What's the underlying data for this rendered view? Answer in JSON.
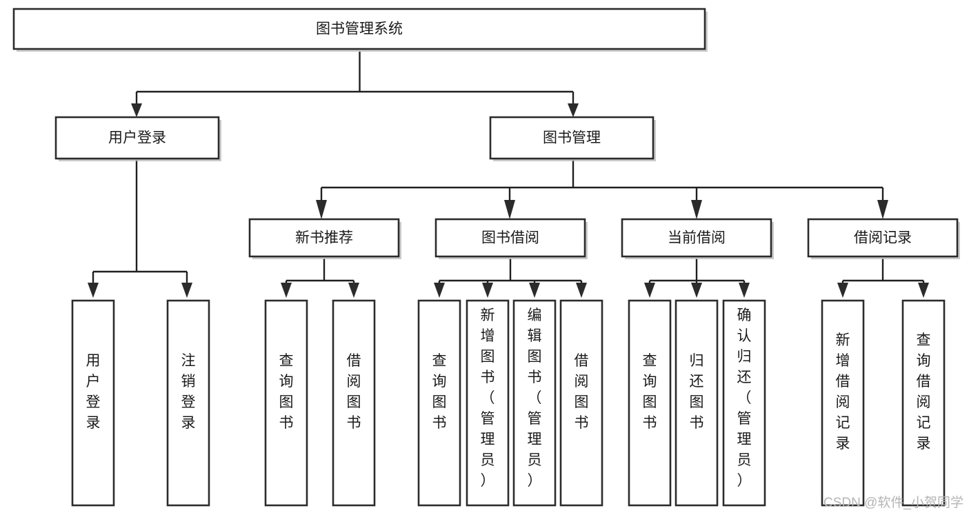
{
  "diagram": {
    "title": "图书管理系统",
    "type": "tree-hierarchy",
    "orientation": "top-down",
    "background_color": "#ffffff",
    "box_border_color": "#2b2b2b",
    "box_fill_color": "#ffffff",
    "edge_color": "#1f1f1f",
    "text_color": "#1a1a1a"
  },
  "nodes": {
    "root": {
      "label": "图书管理系统",
      "level": 0,
      "orientation": "horizontal"
    },
    "l1_user_login": {
      "label": "用户登录",
      "level": 1,
      "orientation": "horizontal"
    },
    "l1_book_mgmt": {
      "label": "图书管理",
      "level": 1,
      "orientation": "horizontal"
    },
    "l2_new_book_rec": {
      "label": "新书推荐",
      "level": 2,
      "orientation": "horizontal"
    },
    "l2_book_borrow": {
      "label": "图书借阅",
      "level": 2,
      "orientation": "horizontal"
    },
    "l2_current_borrow": {
      "label": "当前借阅",
      "level": 2,
      "orientation": "horizontal"
    },
    "l2_borrow_record": {
      "label": "借阅记录",
      "level": 2,
      "orientation": "horizontal"
    },
    "leaf_user_login": {
      "label": "用户登录",
      "level": 3,
      "orientation": "vertical"
    },
    "leaf_logout": {
      "label": "注销登录",
      "level": 3,
      "orientation": "vertical"
    },
    "leaf_query_book_1": {
      "label": "查询图书",
      "level": 3,
      "orientation": "vertical"
    },
    "leaf_borrow_book_1": {
      "label": "借阅图书",
      "level": 3,
      "orientation": "vertical"
    },
    "leaf_query_book_2": {
      "label": "查询图书",
      "level": 3,
      "orientation": "vertical"
    },
    "leaf_add_book": {
      "label": "新增图书（管理员）",
      "level": 3,
      "orientation": "vertical"
    },
    "leaf_edit_book": {
      "label": "编辑图书（管理员）",
      "level": 3,
      "orientation": "vertical"
    },
    "leaf_borrow_book_2": {
      "label": "借阅图书",
      "level": 3,
      "orientation": "vertical"
    },
    "leaf_query_book_3": {
      "label": "查询图书",
      "level": 3,
      "orientation": "vertical"
    },
    "leaf_return_book": {
      "label": "归还图书",
      "level": 3,
      "orientation": "vertical"
    },
    "leaf_confirm_return": {
      "label": "确认归还（管理员）",
      "level": 3,
      "orientation": "vertical"
    },
    "leaf_add_record": {
      "label": "新增借阅记录",
      "level": 3,
      "orientation": "vertical"
    },
    "leaf_query_record": {
      "label": "查询借阅记录",
      "level": 3,
      "orientation": "vertical"
    }
  },
  "edges": [
    {
      "from": "root",
      "to": "l1_user_login"
    },
    {
      "from": "root",
      "to": "l1_book_mgmt"
    },
    {
      "from": "l1_user_login",
      "to": "leaf_user_login"
    },
    {
      "from": "l1_user_login",
      "to": "leaf_logout"
    },
    {
      "from": "l1_book_mgmt",
      "to": "l2_new_book_rec"
    },
    {
      "from": "l1_book_mgmt",
      "to": "l2_book_borrow"
    },
    {
      "from": "l1_book_mgmt",
      "to": "l2_current_borrow"
    },
    {
      "from": "l1_book_mgmt",
      "to": "l2_borrow_record"
    },
    {
      "from": "l2_new_book_rec",
      "to": "leaf_query_book_1"
    },
    {
      "from": "l2_new_book_rec",
      "to": "leaf_borrow_book_1"
    },
    {
      "from": "l2_book_borrow",
      "to": "leaf_query_book_2"
    },
    {
      "from": "l2_book_borrow",
      "to": "leaf_add_book"
    },
    {
      "from": "l2_book_borrow",
      "to": "leaf_edit_book"
    },
    {
      "from": "l2_book_borrow",
      "to": "leaf_borrow_book_2"
    },
    {
      "from": "l2_current_borrow",
      "to": "leaf_query_book_3"
    },
    {
      "from": "l2_current_borrow",
      "to": "leaf_return_book"
    },
    {
      "from": "l2_current_borrow",
      "to": "leaf_confirm_return"
    },
    {
      "from": "l2_borrow_record",
      "to": "leaf_add_record"
    },
    {
      "from": "l2_borrow_record",
      "to": "leaf_query_record"
    }
  ],
  "watermark": {
    "text": "CSDN @软件_小贺同学",
    "color": "#b4b4b4"
  }
}
